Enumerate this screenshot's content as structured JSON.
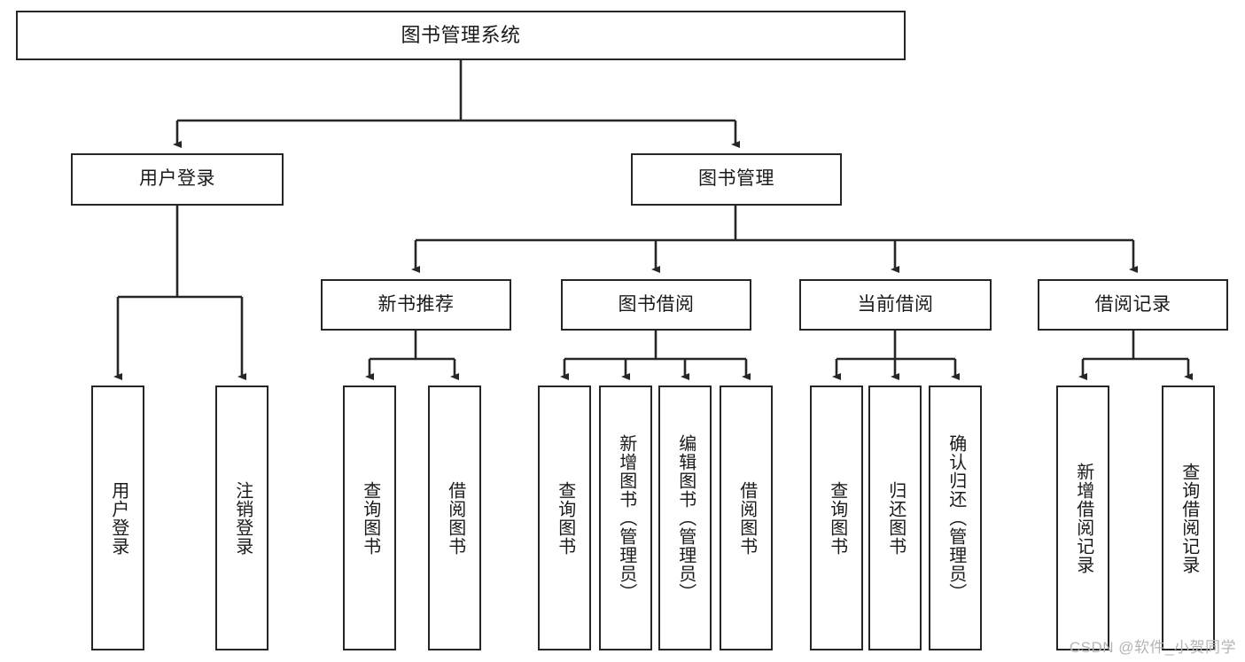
{
  "diagram": {
    "type": "tree",
    "title": "图书管理系统",
    "watermark": "CSDN @软件_小贺同学",
    "colors": {
      "stroke": "#262626",
      "text": "#1a1a1a",
      "background": "#ffffff",
      "watermark": "#b4b4b4"
    },
    "nodes": {
      "root": "图书管理系统",
      "level1": [
        "用户登录",
        "图书管理"
      ],
      "level2": [
        "新书推荐",
        "图书借阅",
        "当前借阅",
        "借阅记录"
      ],
      "leaves": {
        "user_login": [
          "用户登录",
          "注销登录"
        ],
        "new_book": [
          "查询图书",
          "借阅图书"
        ],
        "book_borrow": [
          "查询图书",
          "新增图书（管理员）",
          "编辑图书（管理员）",
          "借阅图书"
        ],
        "current_borrow": [
          "查询图书",
          "归还图书",
          "确认归还（管理员）"
        ],
        "borrow_record": [
          "新增借阅记录",
          "查询借阅记录"
        ]
      }
    }
  }
}
